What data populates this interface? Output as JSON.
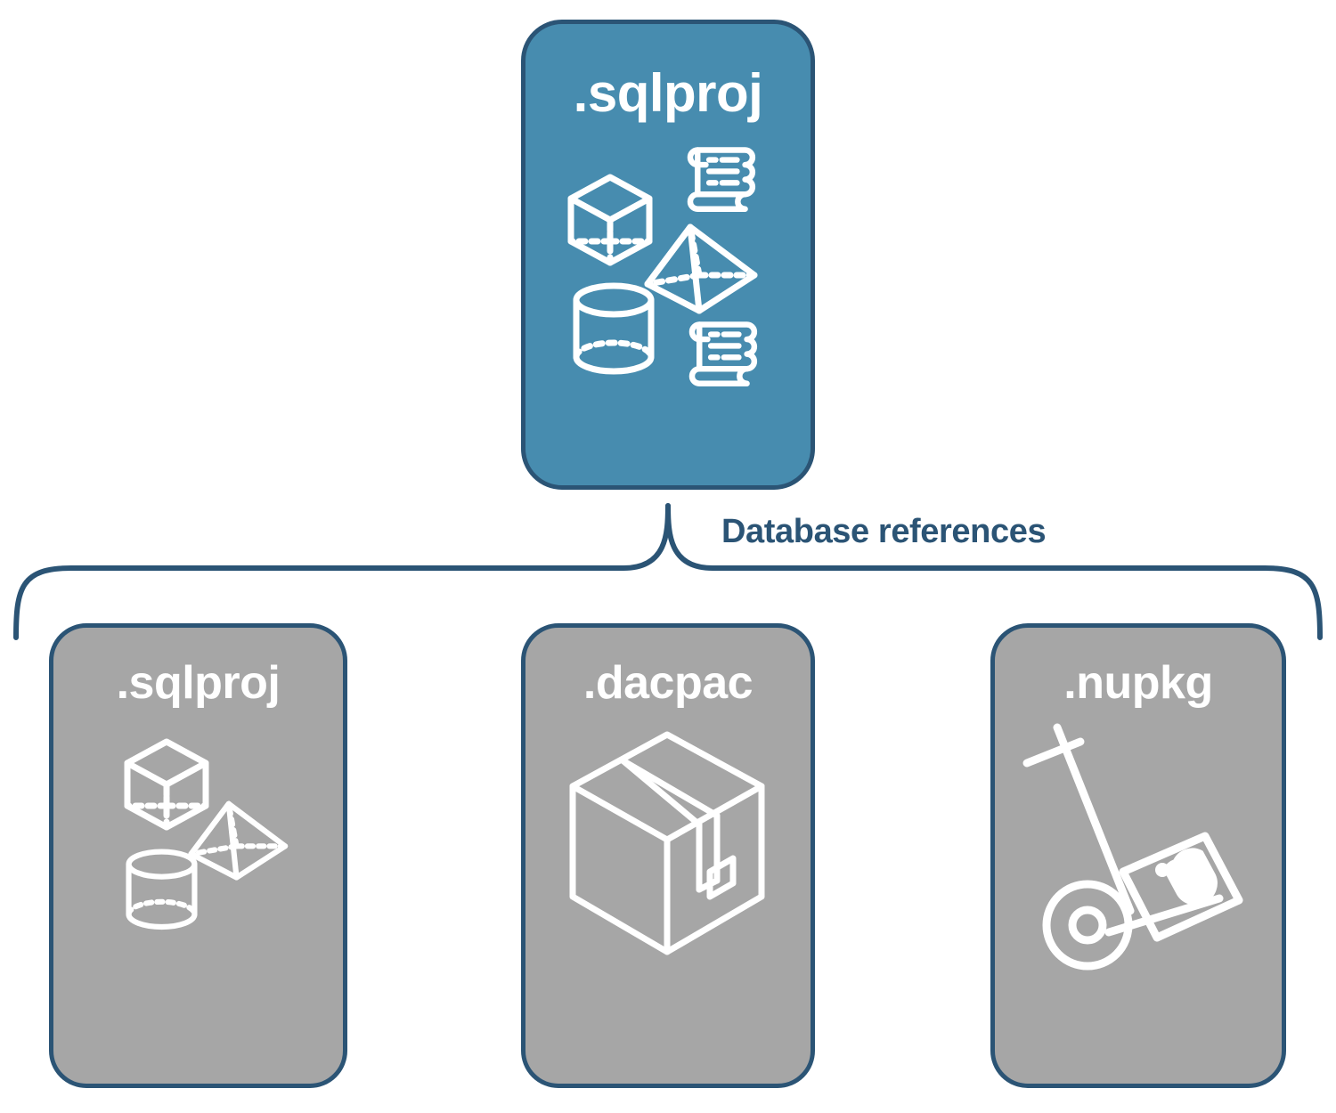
{
  "diagram": {
    "title": "Database references",
    "colors": {
      "root_card_fill": "#478CAF",
      "reference_card_fill": "#A6A6A6",
      "border": "#2B5475",
      "label_text": "#2B5475",
      "icon_stroke": "#FFFFFF",
      "background": "#FFFFFF"
    },
    "root_node": {
      "label": ".sqlproj",
      "icons": [
        "cube-wireframe-icon",
        "script-scroll-icon",
        "pyramid-wireframe-icon",
        "cylinder-wireframe-icon",
        "script-scroll-icon"
      ]
    },
    "connector": {
      "label": "Database references",
      "type": "curly-brace",
      "direction": "one-to-many"
    },
    "reference_nodes": [
      {
        "label": ".sqlproj",
        "icons": [
          "cube-wireframe-icon",
          "pyramid-wireframe-icon",
          "cylinder-wireframe-icon"
        ]
      },
      {
        "label": ".dacpac",
        "icons": [
          "shipping-box-icon"
        ]
      },
      {
        "label": ".nupkg",
        "icons": [
          "hand-truck-package-icon"
        ]
      }
    ]
  }
}
